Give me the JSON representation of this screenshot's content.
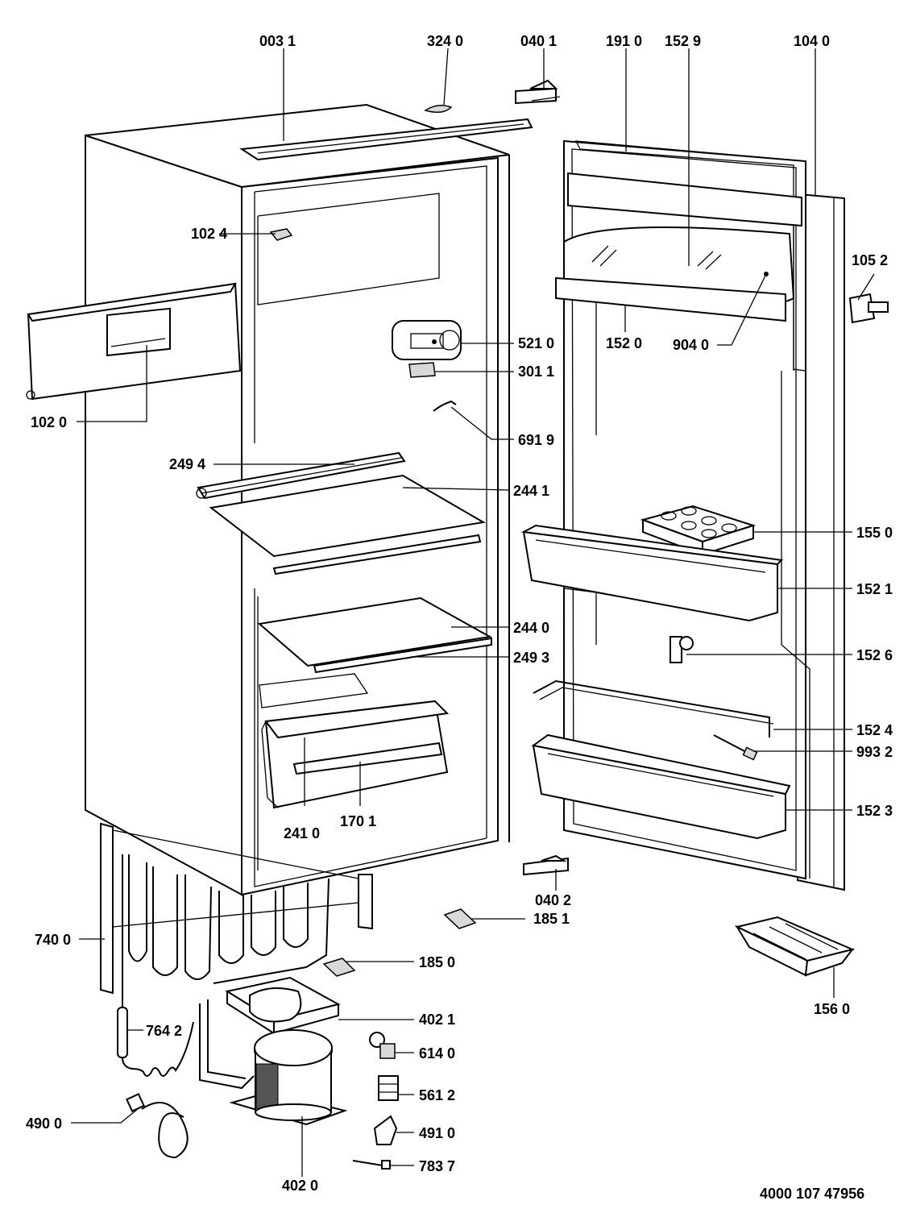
{
  "labels": {
    "p003_1": "003 1",
    "p324_0": "324 0",
    "p040_1": "040 1",
    "p191_0": "191 0",
    "p152_9": "152 9",
    "p104_0": "104 0",
    "p102_4": "102 4",
    "p105_2": "105 2",
    "p521_0": "521 0",
    "p152_0": "152 0",
    "p904_0": "904 0",
    "p301_1": "301 1",
    "p102_0": "102 0",
    "p691_9": "691 9",
    "p249_4": "249 4",
    "p244_1": "244 1",
    "p155_0": "155 0",
    "p152_1": "152 1",
    "p244_0": "244 0",
    "p249_3": "249 3",
    "p152_6": "152 6",
    "p152_4": "152 4",
    "p993_2": "993 2",
    "p152_3": "152 3",
    "p241_0": "241 0",
    "p170_1": "170 1",
    "p040_2": "040 2",
    "p185_1": "185 1",
    "p740_0": "740 0",
    "p185_0": "185 0",
    "p156_0": "156 0",
    "p402_1": "402 1",
    "p764_2": "764 2",
    "p614_0": "614 0",
    "p561_2": "561 2",
    "p490_0": "490 0",
    "p491_0": "491 0",
    "p783_7": "783 7",
    "p402_0": "402 0"
  },
  "document_number": "4000 107 47956"
}
